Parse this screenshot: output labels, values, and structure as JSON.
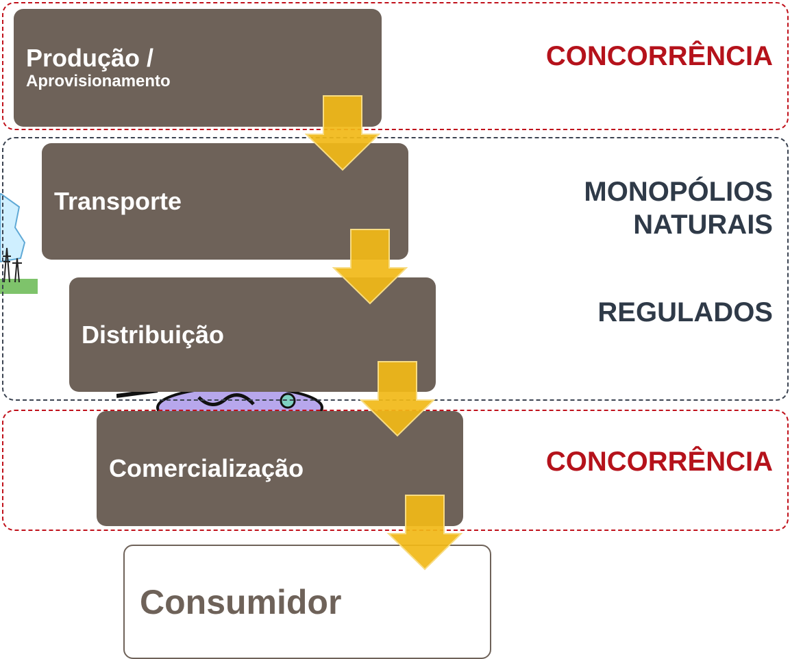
{
  "steps": {
    "production_main": "Produção /",
    "production_sub": "Aprovisionamento",
    "transport": "Transporte",
    "distribution": "Distribuição",
    "commercialization": "Comercialização",
    "consumer": "Consumidor"
  },
  "zones": {
    "top_label": "CONCORRÊNCIA",
    "middle_line1": "MONOPÓLIOS",
    "middle_line2": "NATURAIS",
    "middle_line3": "REGULADOS",
    "bottom_label": "CONCORRÊNCIA"
  },
  "colors": {
    "box_fill": "#6e6259",
    "competition_red": "#b5121b",
    "monopoly_dark": "#2f3a48",
    "arrow_yellow": "#f1b817"
  },
  "icons": [
    "power-tower-icon",
    "globe-clipart-icon",
    "arrow-down-icon"
  ]
}
